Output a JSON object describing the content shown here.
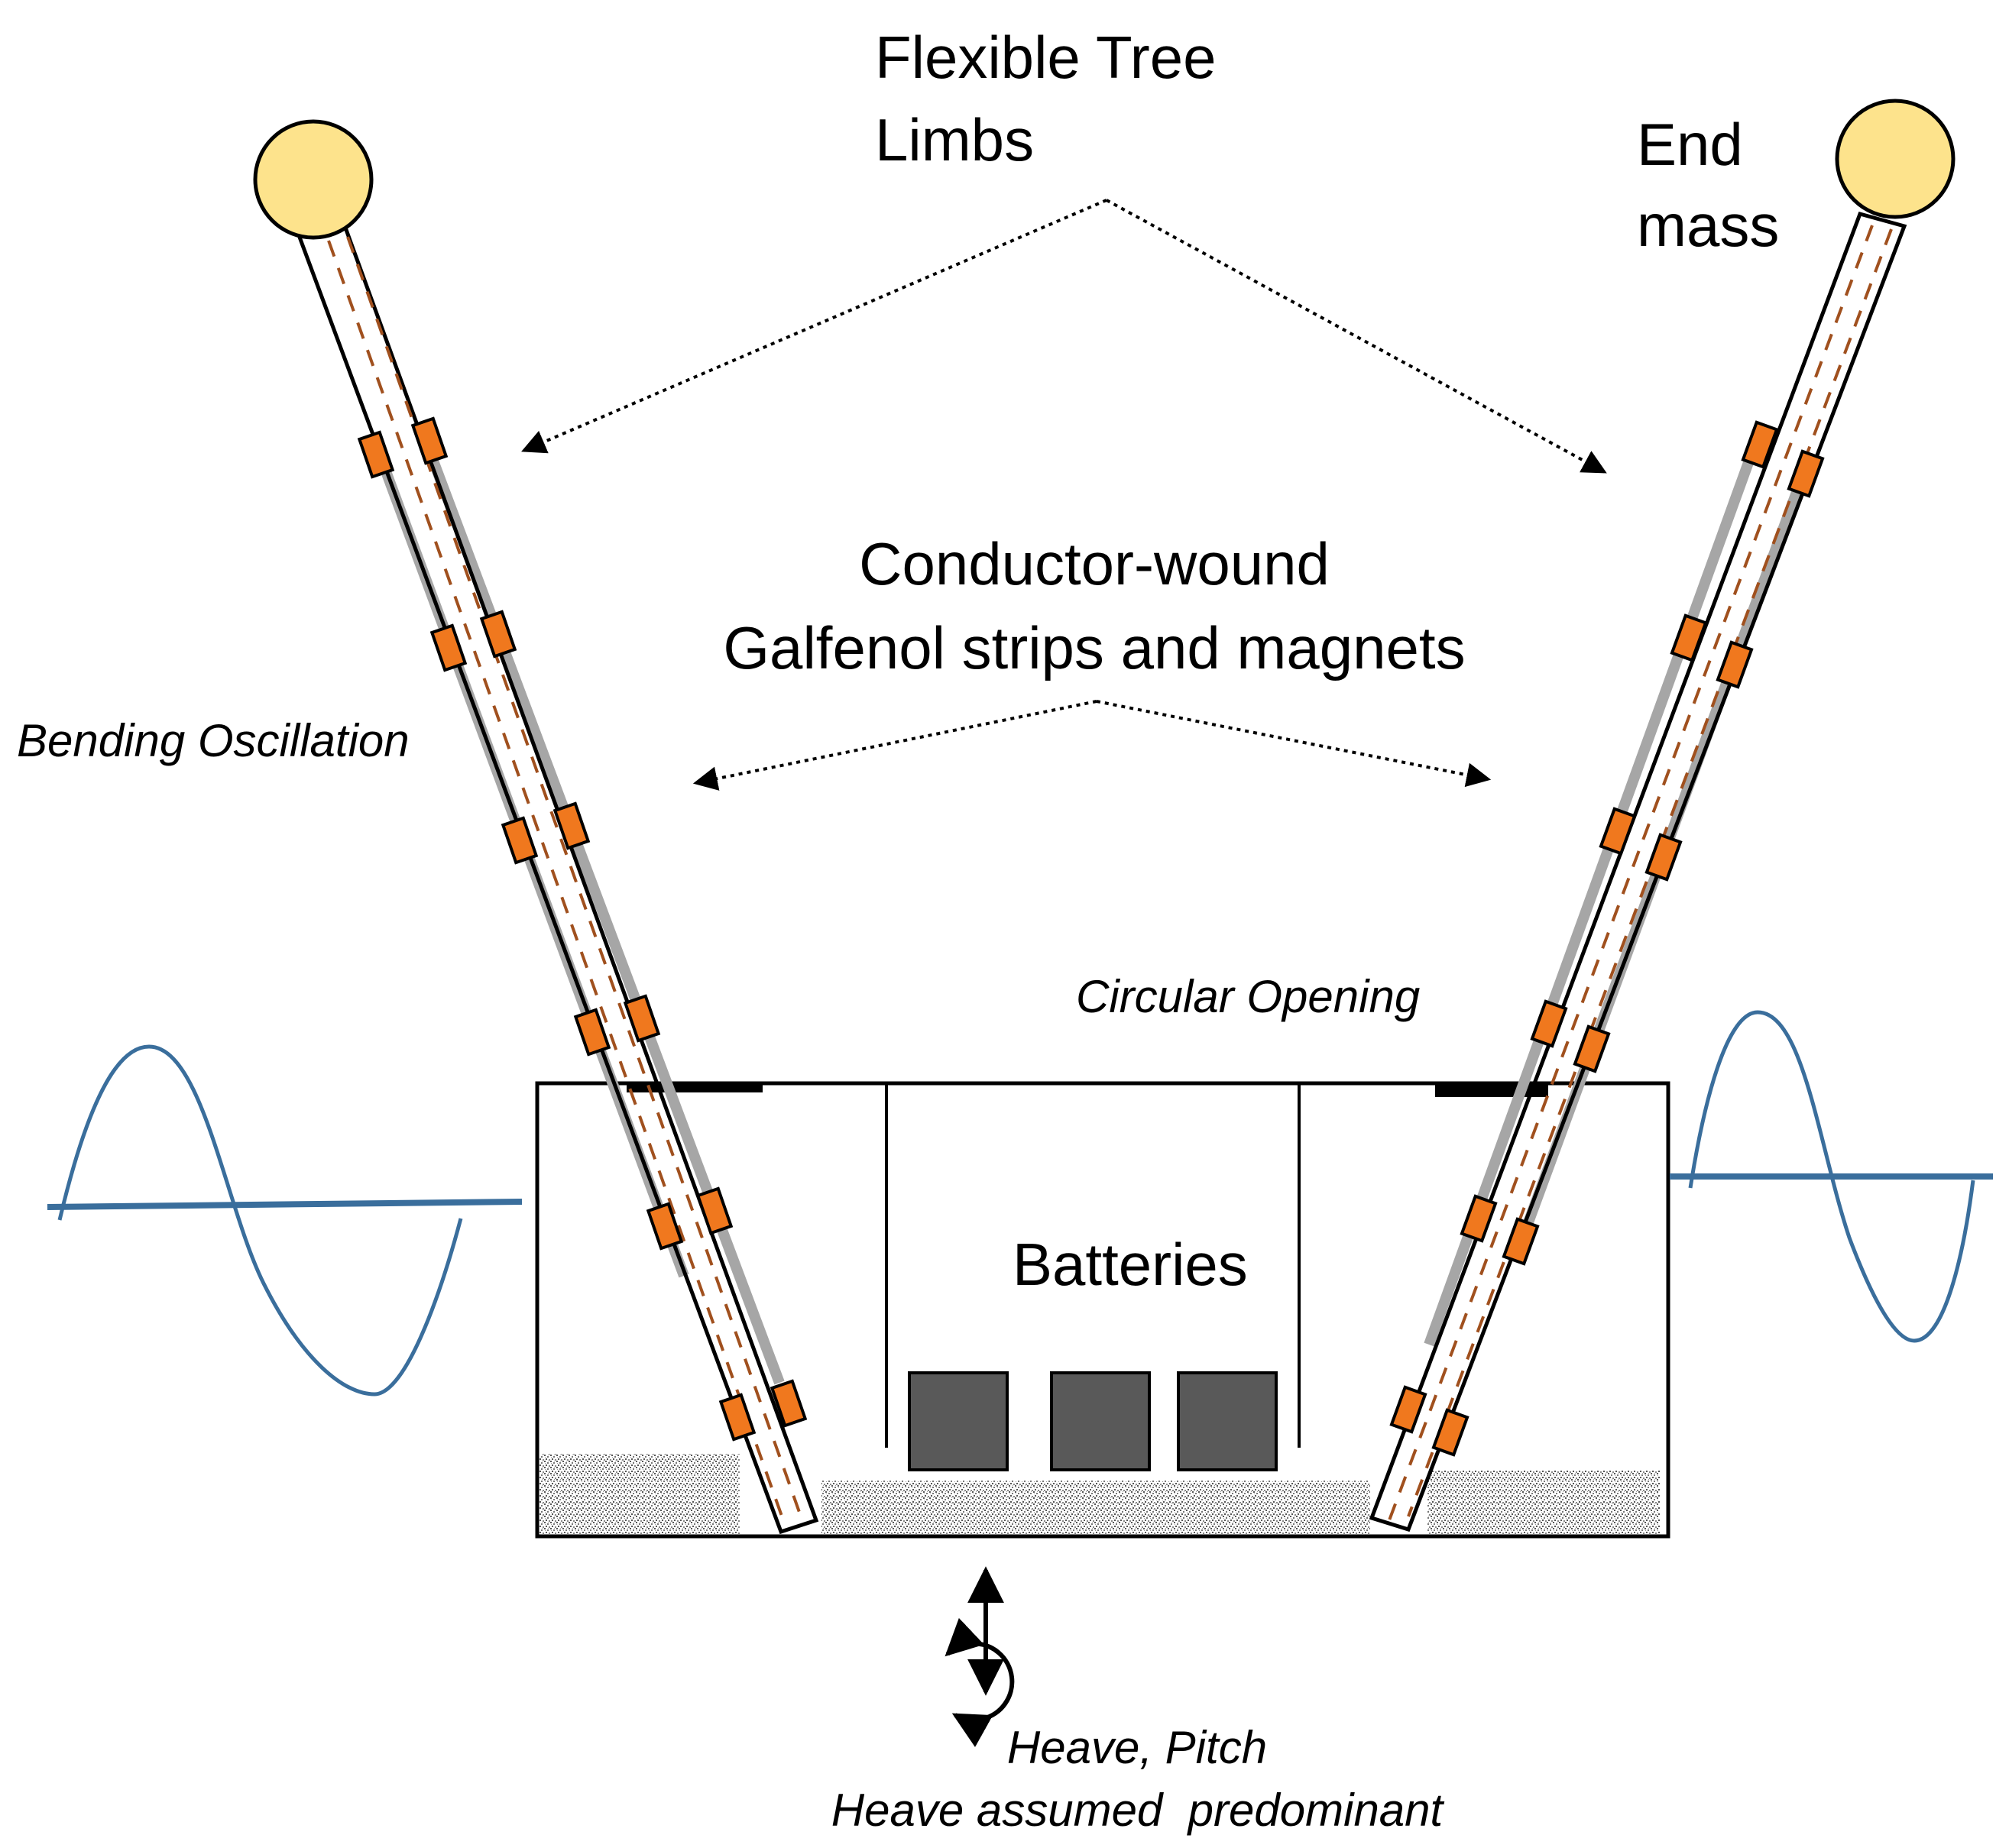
{
  "labels": {
    "flexible_tree_limbs": [
      "Flexible Tree",
      "Limbs"
    ],
    "end_mass": [
      "End",
      "mass"
    ],
    "conductor_wound": [
      "Conductor-wound",
      "Galfenol strips and magnets"
    ],
    "bending_oscillation": "Bending Oscillation",
    "circular_opening": "Circular Opening",
    "batteries": "Batteries",
    "heave_pitch": "Heave, Pitch",
    "heave_predominant": "Heave assumed  predominant"
  },
  "colors": {
    "end_mass_fill": "#fde38c",
    "magnet_fill": "#f0781e",
    "strip_gray": "#a6a6a6",
    "conductor_dash": "#a0501e",
    "battery_fill": "#595959",
    "wave_blue": "#3a6e9c",
    "ballast": "#b0b0b0"
  },
  "icons": {
    "heave_arrow": "double-headed-vertical-arrow",
    "pitch_arrow": "circular-rotation-arrow"
  }
}
